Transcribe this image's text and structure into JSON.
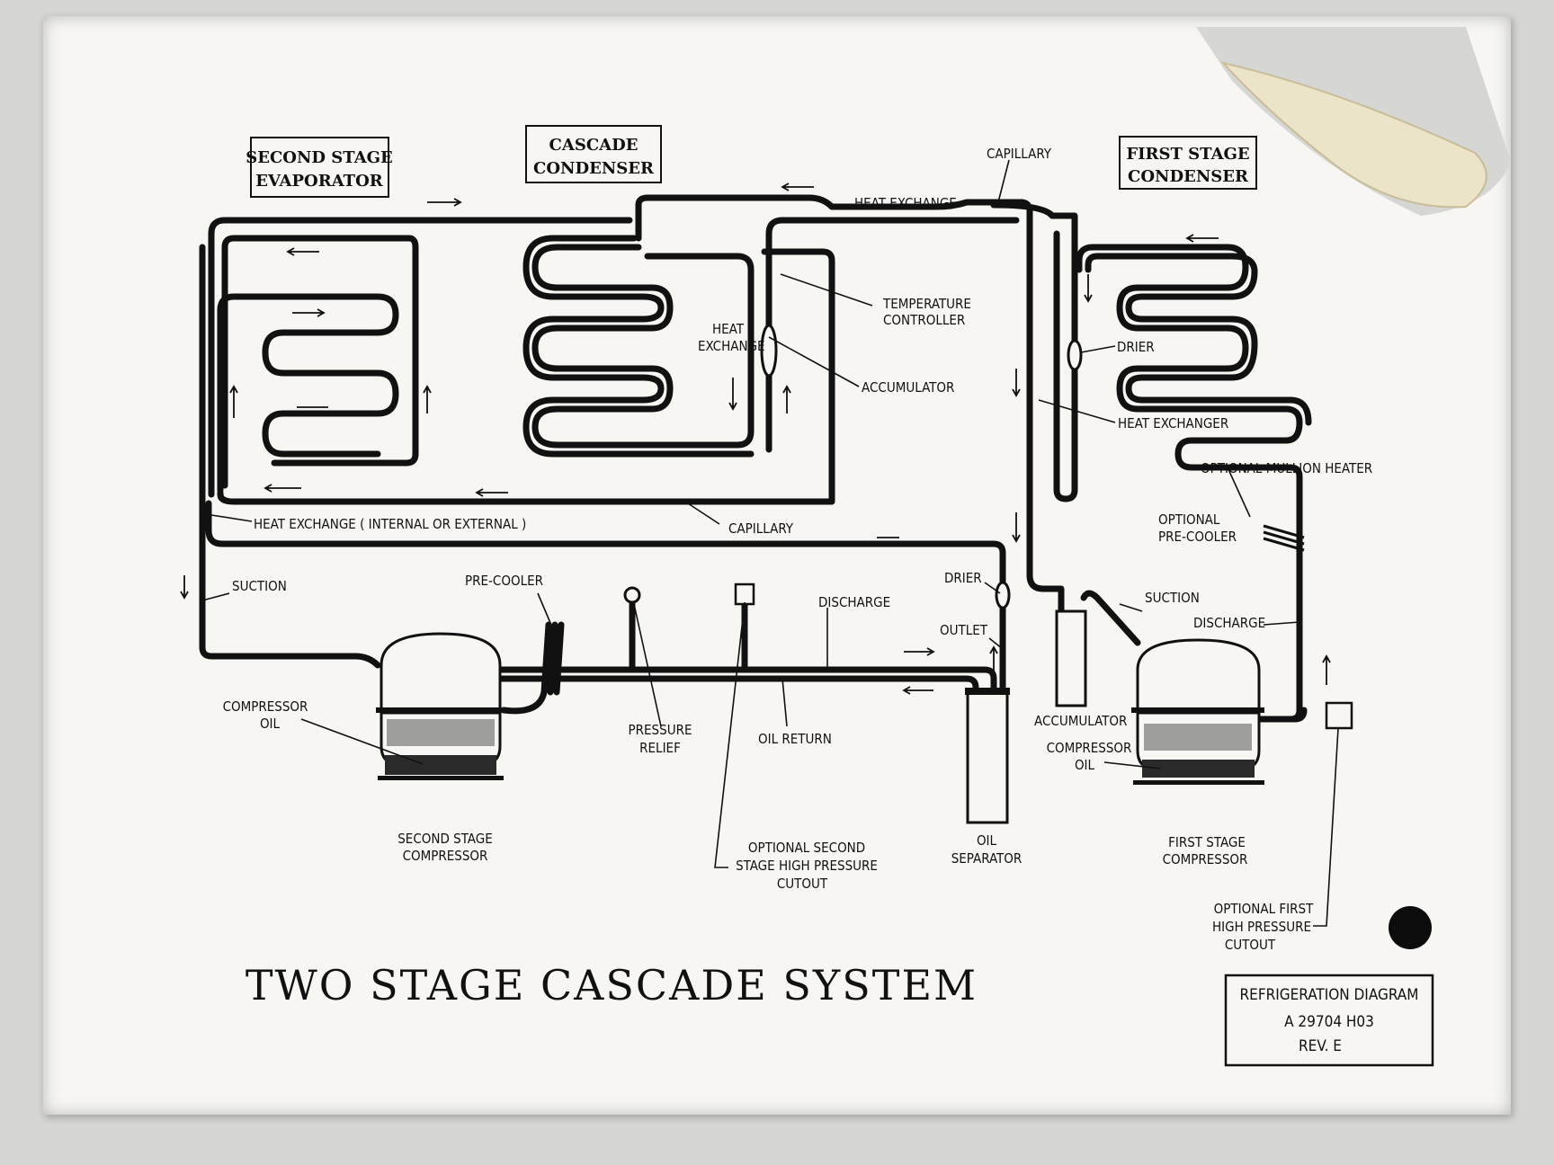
{
  "boxes": {
    "second_stage_evaporator": [
      "SECOND STAGE",
      "EVAPORATOR"
    ],
    "cascade_condenser": [
      "CASCADE",
      "CONDENSER"
    ],
    "first_stage_condenser": [
      "FIRST STAGE",
      "CONDENSER"
    ]
  },
  "labels": {
    "capillary_top": "CAPILLARY",
    "heat_exchange_top": "HEAT EXCHANGE",
    "temperature_controller": [
      "TEMPERATURE",
      "CONTROLLER"
    ],
    "heat_exchange_mid": [
      "HEAT",
      "EXCHANGE"
    ],
    "accumulator_top": "ACCUMULATOR",
    "drier_right": "DRIER",
    "heat_exchanger": "HEAT EXCHANGER",
    "optional_mullion_heater": "OPTIONAL MULLION HEATER",
    "optional_pre_cooler": [
      "OPTIONAL",
      "PRE-COOLER"
    ],
    "heat_exchange_internal": "HEAT EXCHANGE ( INTERNAL OR EXTERNAL )",
    "capillary_bottom": "CAPILLARY",
    "suction_left": "SUCTION",
    "pre_cooler": "PRE-COOLER",
    "drier_mid": "DRIER",
    "discharge_mid": "DISCHARGE",
    "outlet": "OUTLET",
    "suction_right": "SUCTION",
    "discharge_right": "DISCHARGE",
    "compressor_oil_left": [
      "COMPRESSOR",
      "OIL"
    ],
    "pressure_relief": [
      "PRESSURE",
      "RELIEF"
    ],
    "oil_return": "OIL RETURN",
    "accumulator_bottom": "ACCUMULATOR",
    "compressor_oil_right": [
      "COMPRESSOR",
      "OIL"
    ],
    "second_stage_compressor": [
      "SECOND STAGE",
      "COMPRESSOR"
    ],
    "optional_second_stage_cutout": [
      "OPTIONAL SECOND",
      "STAGE HIGH PRESSURE",
      "CUTOUT"
    ],
    "oil_separator": [
      "OIL",
      "SEPARATOR"
    ],
    "first_stage_compressor": [
      "FIRST STAGE",
      "COMPRESSOR"
    ],
    "optional_first_cutout": [
      "OPTIONAL FIRST",
      "HIGH PRESSURE",
      "CUTOUT"
    ]
  },
  "title": "TWO STAGE CASCADE SYSTEM",
  "title_block": [
    "REFRIGERATION DIAGRAM",
    "A 29704 H03",
    "REV. E"
  ]
}
